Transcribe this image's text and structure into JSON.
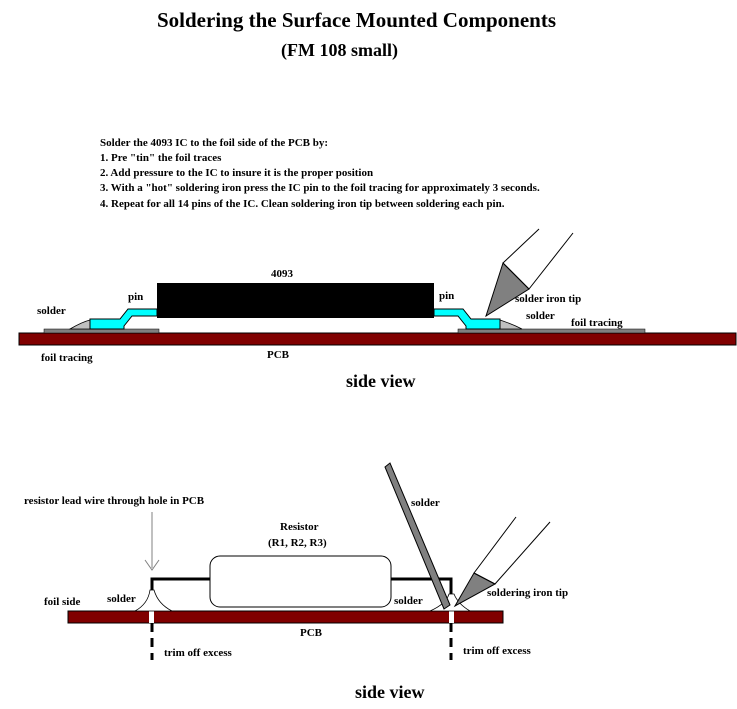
{
  "title": "Soldering the Surface Mounted Components",
  "subtitle": "(FM 108 small)",
  "instructions": {
    "heading": "Solder the 4093 IC to the foil side of the PCB by:",
    "steps": [
      "1. Pre \"tin\" the foil traces",
      "2. Add pressure to the IC to insure it is the proper position",
      "3. With a \"hot\" soldering iron press the IC pin to the foil tracing for approximately 3 seconds.",
      "4. Repeat for all 14 pins of the IC.  Clean soldering iron tip between soldering each pin."
    ]
  },
  "top_diagram": {
    "ic_label": "4093",
    "pin_left": "pin",
    "pin_right": "pin",
    "solder_left": "solder",
    "solder_right": "solder",
    "solder_iron_tip": "solder iron tip",
    "foil_left": "foil tracing",
    "foil_right": "foil tracing",
    "pcb": "PCB",
    "view": "side view"
  },
  "bottom_diagram": {
    "lead_wire": "resistor lead wire through hole in PCB",
    "resistor_line1": "Resistor",
    "resistor_line2": "(R1, R2, R3)",
    "solder_stick": "solder",
    "foil_side": "foil side",
    "solder_left": "solder",
    "solder_right": "solder",
    "soldering_iron_tip": "soldering iron tip",
    "pcb": "PCB",
    "trim_left": "trim off excess",
    "trim_right": "trim off excess",
    "view": "side view"
  },
  "colors": {
    "pcb": "#800000",
    "ic_body": "#000000",
    "pin": "#00ffff",
    "foil": "#808080",
    "solder_stick": "#808080"
  }
}
